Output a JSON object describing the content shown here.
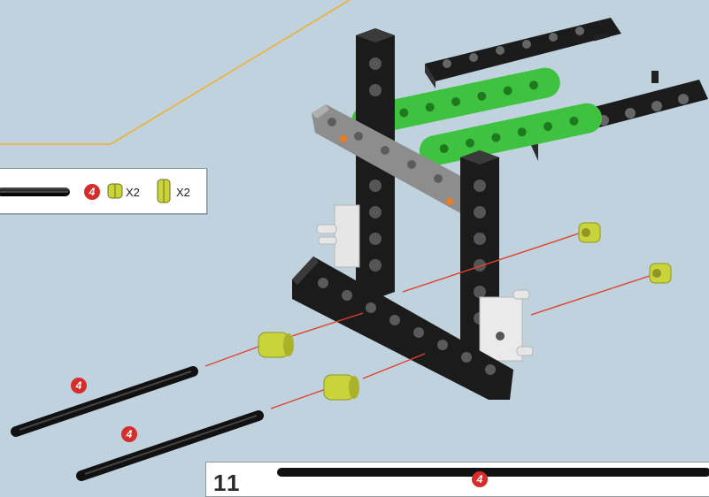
{
  "parts_list": {
    "axle_length": "4",
    "bushing_small_qty": "X2",
    "bushing_large_qty": "X2"
  },
  "assembly": {
    "axle_1_length": "4",
    "axle_2_length": "4"
  },
  "step_panel": {
    "step_number": "11",
    "axle_length": "4"
  },
  "colors": {
    "background": "#bfd2dd",
    "beam_black": "#1b1b1b",
    "beam_green": "#3fc23f",
    "beam_gray": "#8d8d8d",
    "bushing_yellow": "#c9d33a",
    "guide_line": "#e0412a",
    "callout_line": "#f0b030",
    "badge_red": "#d62c2c"
  }
}
